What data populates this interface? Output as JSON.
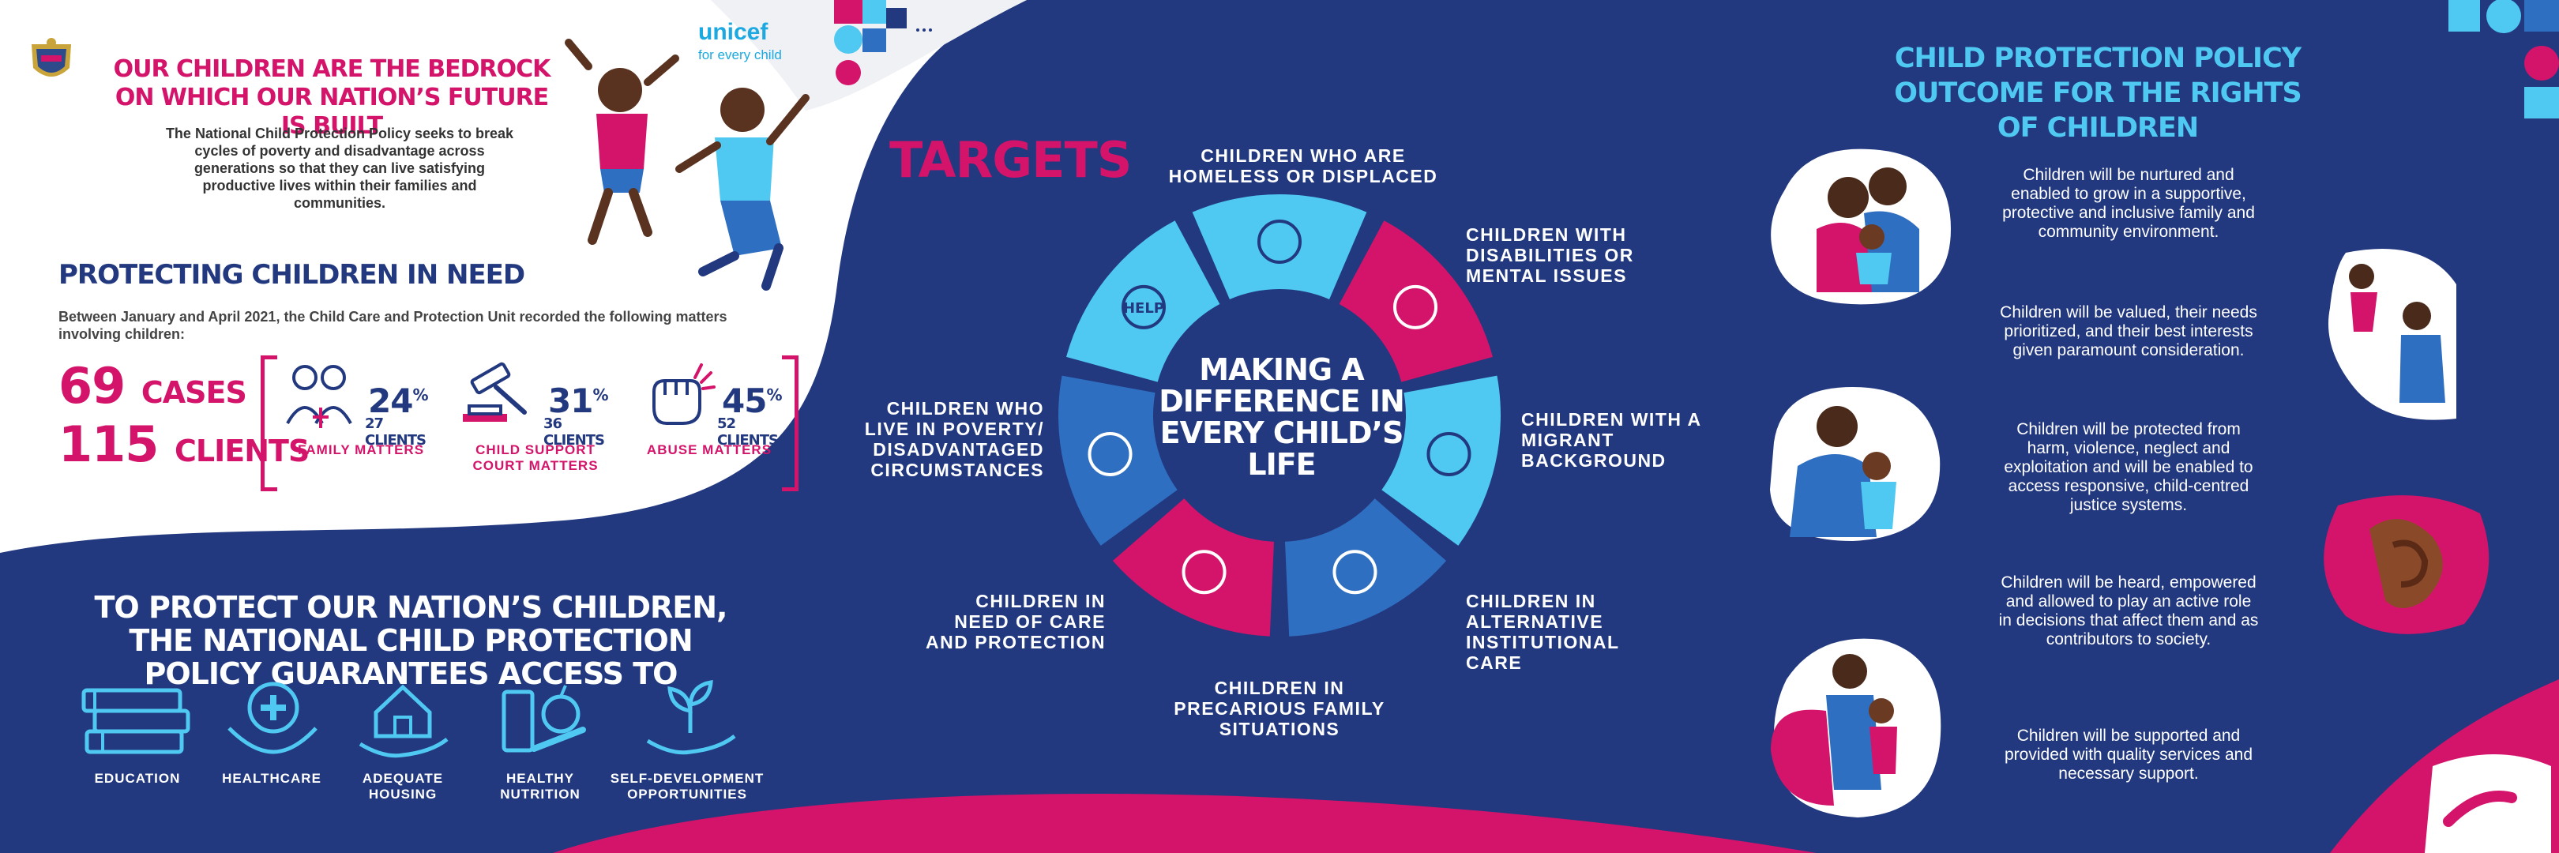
{
  "colors": {
    "navy": "#22387f",
    "magenta": "#d4146a",
    "cyan": "#4fc8f2",
    "blue": "#2f6fc1"
  },
  "brand": {
    "unicef": "unicef",
    "tagline": "for every child"
  },
  "left": {
    "headline": "OUR CHILDREN ARE THE BEDROCK ON WHICH OUR NATION’S FUTURE IS BUILT",
    "intro": "The National Child Protection Policy seeks to break cycles of poverty and disadvantage across generations so that they can live satisfying productive lives within their families and communities.",
    "protect_title": "PROTECTING CHILDREN IN NEED",
    "protect_desc": "Between January and April 2021, the Child Care and Protection Unit recorded the following matters involving children:",
    "cases_num": "69",
    "cases_label": "CASES",
    "clients_num": "115",
    "clients_label": "CLIENTS",
    "matters": [
      {
        "pct": "24",
        "clients": "27 CLIENTS",
        "label": "FAMILY MATTERS",
        "icon": "family-icon"
      },
      {
        "pct": "31",
        "clients": "36 CLIENTS",
        "label": "CHILD SUPPORT COURT MATTERS",
        "icon": "gavel-icon"
      },
      {
        "pct": "45",
        "clients": "52 CLIENTS",
        "label": "ABUSE MATTERS",
        "icon": "fist-icon"
      }
    ],
    "pct_sign": "%",
    "guarantee": "TO PROTECT OUR NATION’S CHILDREN, THE NATIONAL CHILD PROTECTION POLICY GUARANTEES ACCESS TO",
    "access": [
      {
        "label": "EDUCATION",
        "icon": "books-icon"
      },
      {
        "label": "HEALTHCARE",
        "icon": "medical-cross-icon"
      },
      {
        "label": "ADEQUATE HOUSING",
        "icon": "house-hand-icon"
      },
      {
        "label": "HEALTHY NUTRITION",
        "icon": "food-icon"
      },
      {
        "label": "SELF-DEVELOPMENT OPPORTUNITIES",
        "icon": "seedling-hand-icon"
      }
    ]
  },
  "targets": {
    "title": "TARGETS",
    "center": "MAKING A DIFFERENCE IN EVERY CHILD’S LIFE",
    "help_sign": "HELP",
    "labels": [
      "CHILDREN WHO ARE HOMELESS OR DISPLACED",
      "CHILDREN WITH DISABILITIES OR MENTAL ISSUES",
      "CHILDREN WITH A MIGRANT BACKGROUND",
      "CHILDREN IN ALTERNATIVE INSTITUTIONAL CARE",
      "CHILDREN IN PRECARIOUS FAMILY SITUATIONS",
      "CHILDREN IN NEED OF CARE AND PROTECTION",
      "CHILDREN WHO LIVE IN POVERTY/ DISADVANTAGED CIRCUMSTANCES"
    ]
  },
  "right": {
    "title": "CHILD PROTECTION POLICY OUTCOME FOR THE RIGHTS OF CHILDREN",
    "outcomes": [
      "Children will be nurtured and enabled to grow in a supportive, protective and inclusive family and community environment.",
      "Children will be valued, their needs prioritized, and their best interests given paramount consideration.",
      "Children will be protected from harm, violence, neglect and exploitation and will be enabled to access responsive, child-centred justice systems.",
      "Children will be heard, empowered and allowed to play an active role in decisions that affect them and as contributors to society.",
      "Children will be supported and provided with quality services and necessary support."
    ]
  }
}
